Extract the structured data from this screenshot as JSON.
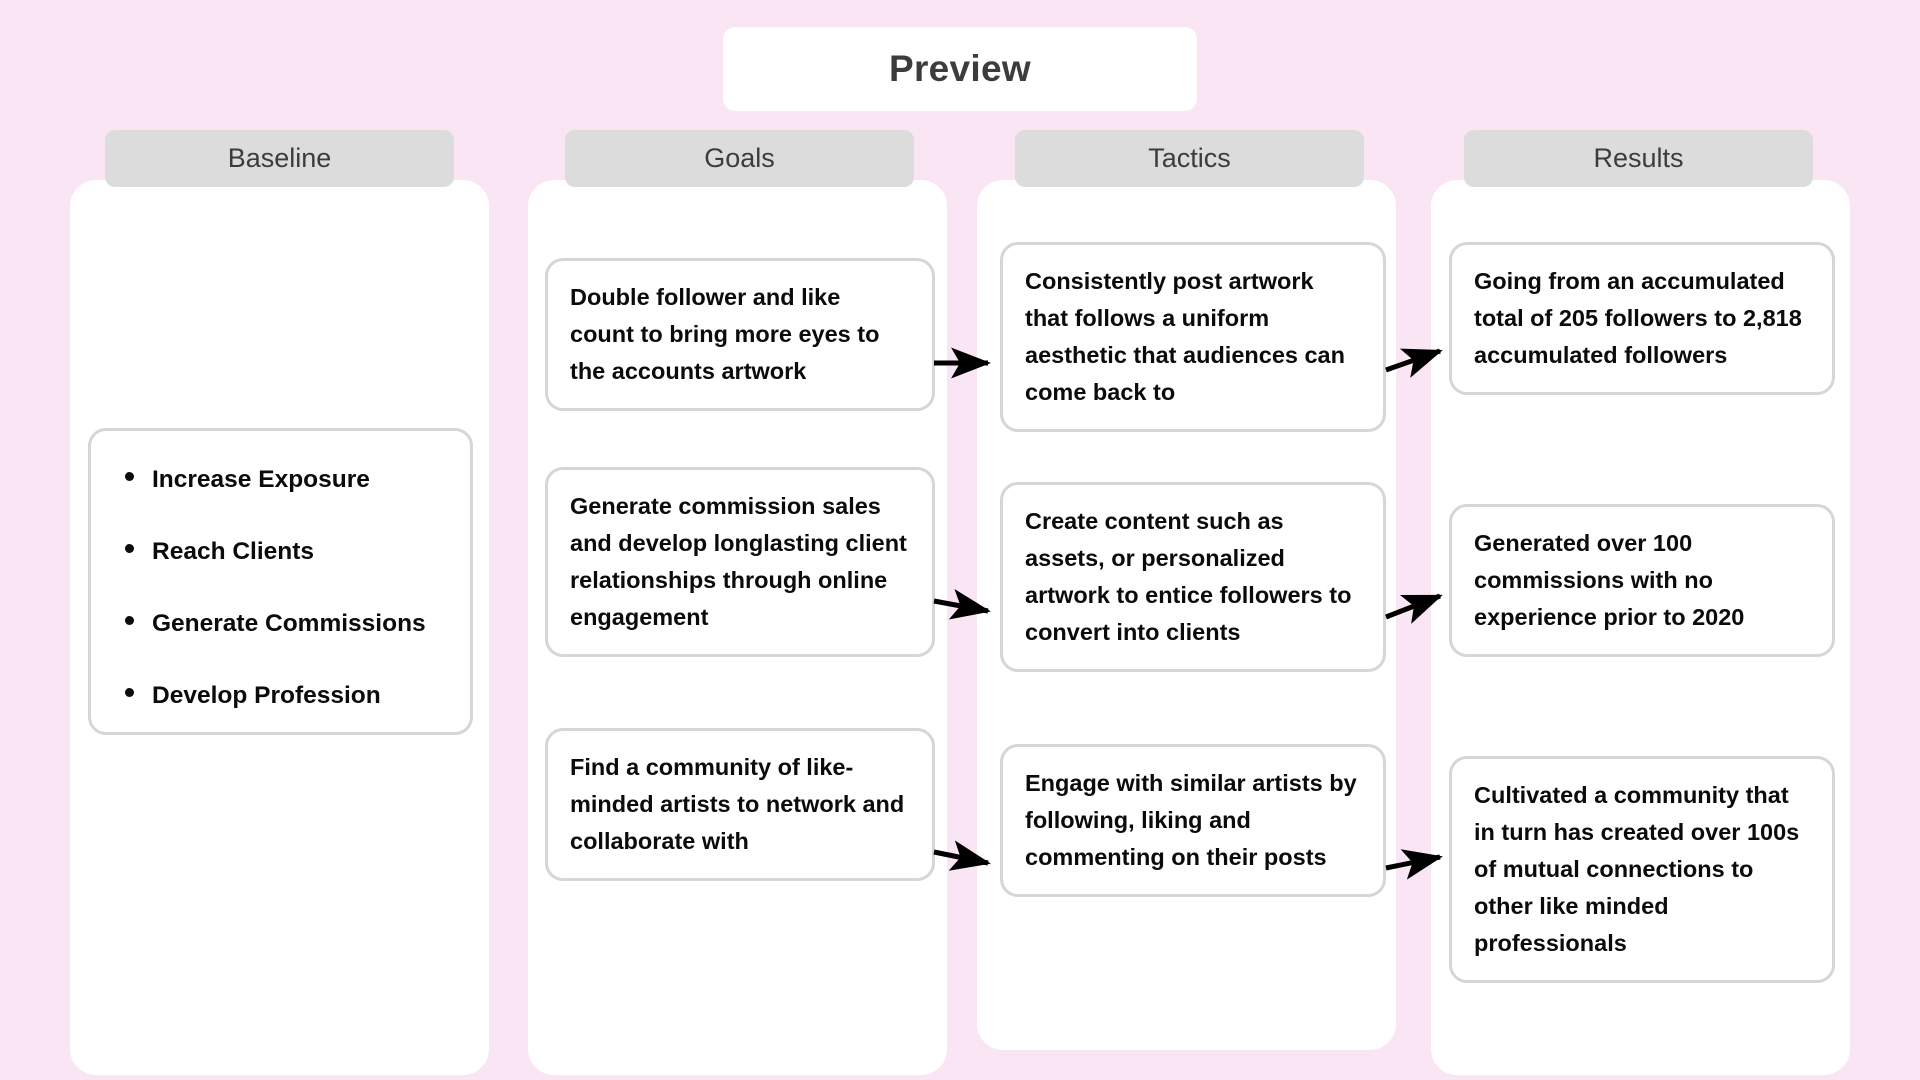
{
  "page": {
    "background_color": "#f9e5f3",
    "title": "Preview"
  },
  "columns": [
    {
      "id": "baseline",
      "header": "Baseline",
      "type": "bullet-list",
      "items": [
        "Increase Exposure",
        "Reach Clients",
        "Generate Commissions",
        "Develop Profession"
      ]
    },
    {
      "id": "goals",
      "header": "Goals",
      "type": "cards",
      "items": [
        "Double follower and like count to bring more eyes to the accounts artwork",
        "Generate commission sales and develop longlasting client relationships through online engagement",
        "Find a community of like-minded artists to network and collaborate with"
      ]
    },
    {
      "id": "tactics",
      "header": "Tactics",
      "type": "cards",
      "items": [
        "Consistently post artwork that follows a uniform aesthetic that audiences can come back to",
        "Create content such as assets, or personalized artwork to entice followers to convert into clients",
        "Engage with similar artists by following, liking and commenting on their posts"
      ]
    },
    {
      "id": "results",
      "header": "Results",
      "type": "cards",
      "items": [
        "Going from an accumulated total of 205 followers to 2,818 accumulated followers",
        "Generated over 100 commissions with no experience prior to 2020",
        "Cultivated a community that in turn has created over 100s of mutual connections to other like minded professionals"
      ]
    }
  ],
  "connectors": [
    {
      "from": "goals-1",
      "to": "tactics-1"
    },
    {
      "from": "goals-2",
      "to": "tactics-2"
    },
    {
      "from": "goals-3",
      "to": "tactics-3"
    },
    {
      "from": "tactics-1",
      "to": "results-1"
    },
    {
      "from": "tactics-2",
      "to": "results-2"
    },
    {
      "from": "tactics-3",
      "to": "results-3"
    }
  ],
  "style": {
    "card_background": "#ffffff",
    "card_border": "#d6d6d6",
    "header_background": "#dcdcdc",
    "text_color": "#0b0b0b",
    "title_color": "#3c3c3c",
    "arrow_color": "#000000"
  }
}
